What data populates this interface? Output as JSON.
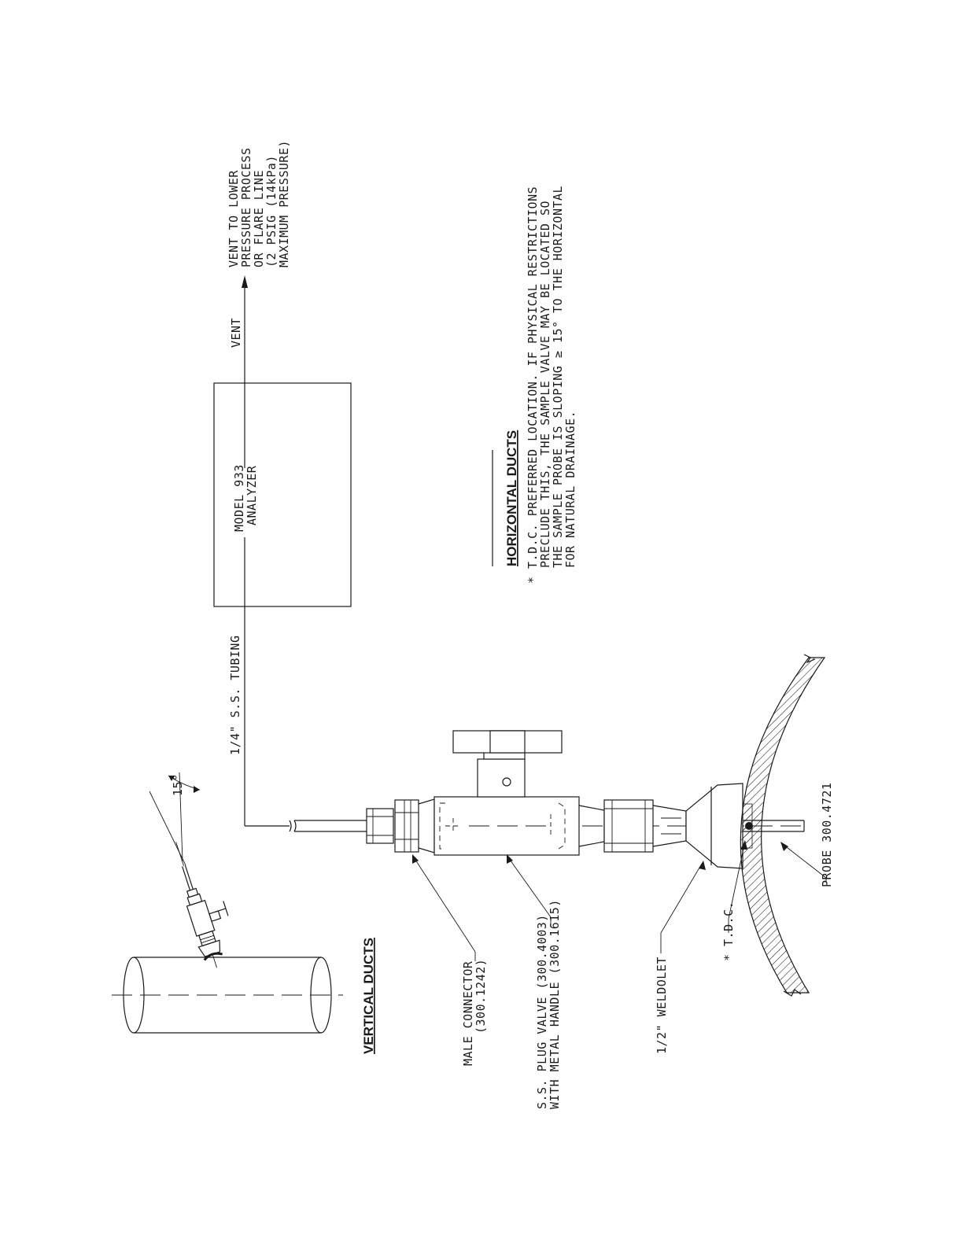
{
  "labels": {
    "vent_note": [
      "VENT TO LOWER",
      "PRESSURE PROCESS",
      "OR FLARE LINE",
      "(2 PSIG (14kPa)",
      "MAXIMUM PRESSURE)"
    ],
    "vent": "VENT",
    "analyzer": [
      "MODEL 933",
      "ANALYZER"
    ],
    "tubing": "1/4\" S.S. TUBING",
    "angle": "15°",
    "vertical_ducts": "VERTICAL DUCTS",
    "horizontal_ducts": "HORIZONTAL DUCTS",
    "horizontal_note": [
      "* T.D.C. PREFERRED LOCATION. IF PHYSICAL RESTRICTIONS",
      "PRECLUDE THIS, THE SAMPLE VALVE MAY BE LOCATED SO",
      "THE SAMPLE PROBE IS SLOPING ≥ 15° TO THE HORIZONTAL",
      "FOR NATURAL DRAINAGE."
    ],
    "male_connector": [
      "MALE CONNECTOR",
      "(300.1242)"
    ],
    "plug_valve": [
      "S.S. PLUG VALVE (300.4003)",
      "WITH METAL HANDLE (300.1615)"
    ],
    "weldolet": "1/2\" WELDOLET",
    "tdc": "* T.D.C.",
    "probe": "PROBE 300.4721"
  }
}
